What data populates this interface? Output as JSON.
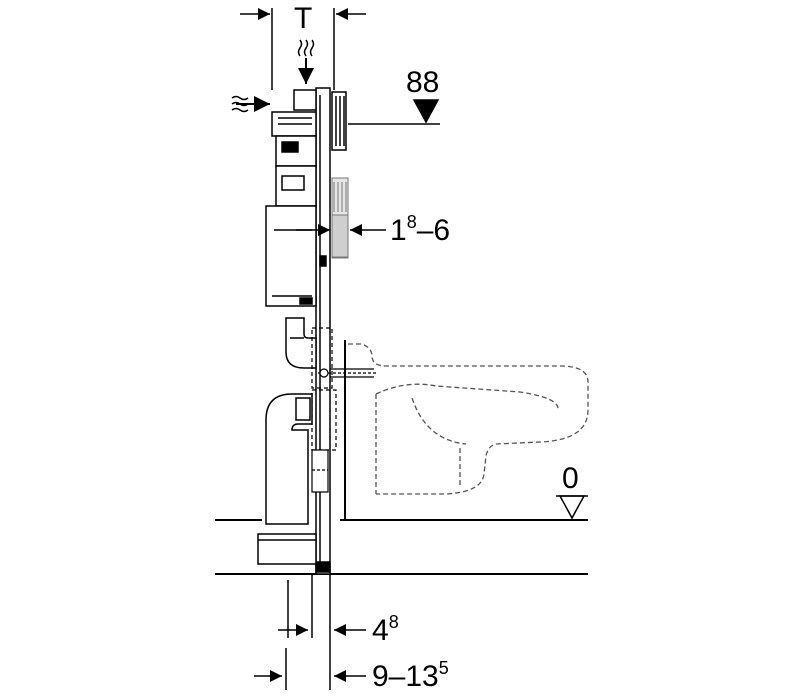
{
  "labels": {
    "t": "T",
    "dim_88": "88",
    "dim_1_6_main": "1",
    "dim_1_6_sup": "8",
    "dim_1_6_rest": "–6",
    "dim_0": "0",
    "dim_4_8_main": "4",
    "dim_4_8_sup": "8",
    "dim_9_13_main": "9–13",
    "dim_9_13_sup": "5"
  },
  "colors": {
    "line": "#000000",
    "wall_fill": "#f2f2f2",
    "bowl_line": "#555555"
  }
}
